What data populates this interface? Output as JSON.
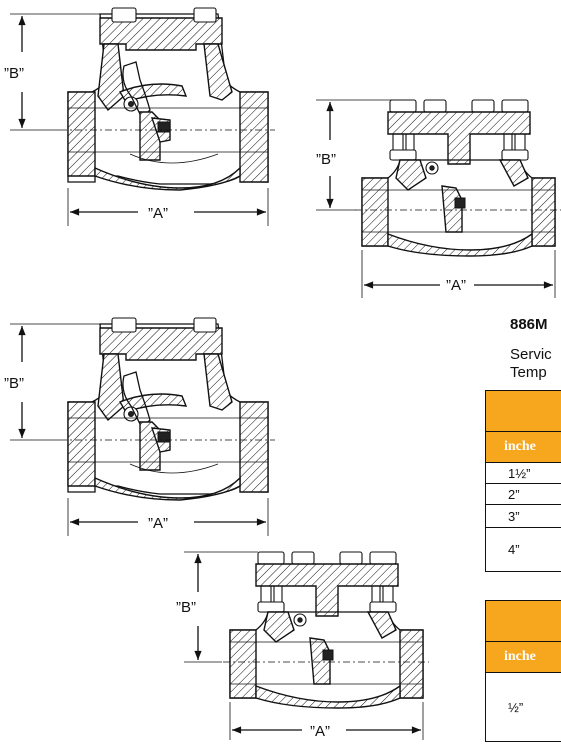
{
  "labels": {
    "dim_a": "”A”",
    "dim_b": "”B”",
    "dim_a_alt": "”A”",
    "dim_b_alt": "”B”"
  },
  "panel": {
    "title": "886M",
    "service_line1": "Servic",
    "service_line2": "Temp"
  },
  "table1": {
    "header_unit": "inche",
    "rows": [
      "1½”",
      "2”",
      "3”",
      "4”"
    ]
  },
  "table2": {
    "header_unit": "inche",
    "rows": [
      "½”"
    ]
  },
  "colors": {
    "header": "#f6a71e"
  }
}
